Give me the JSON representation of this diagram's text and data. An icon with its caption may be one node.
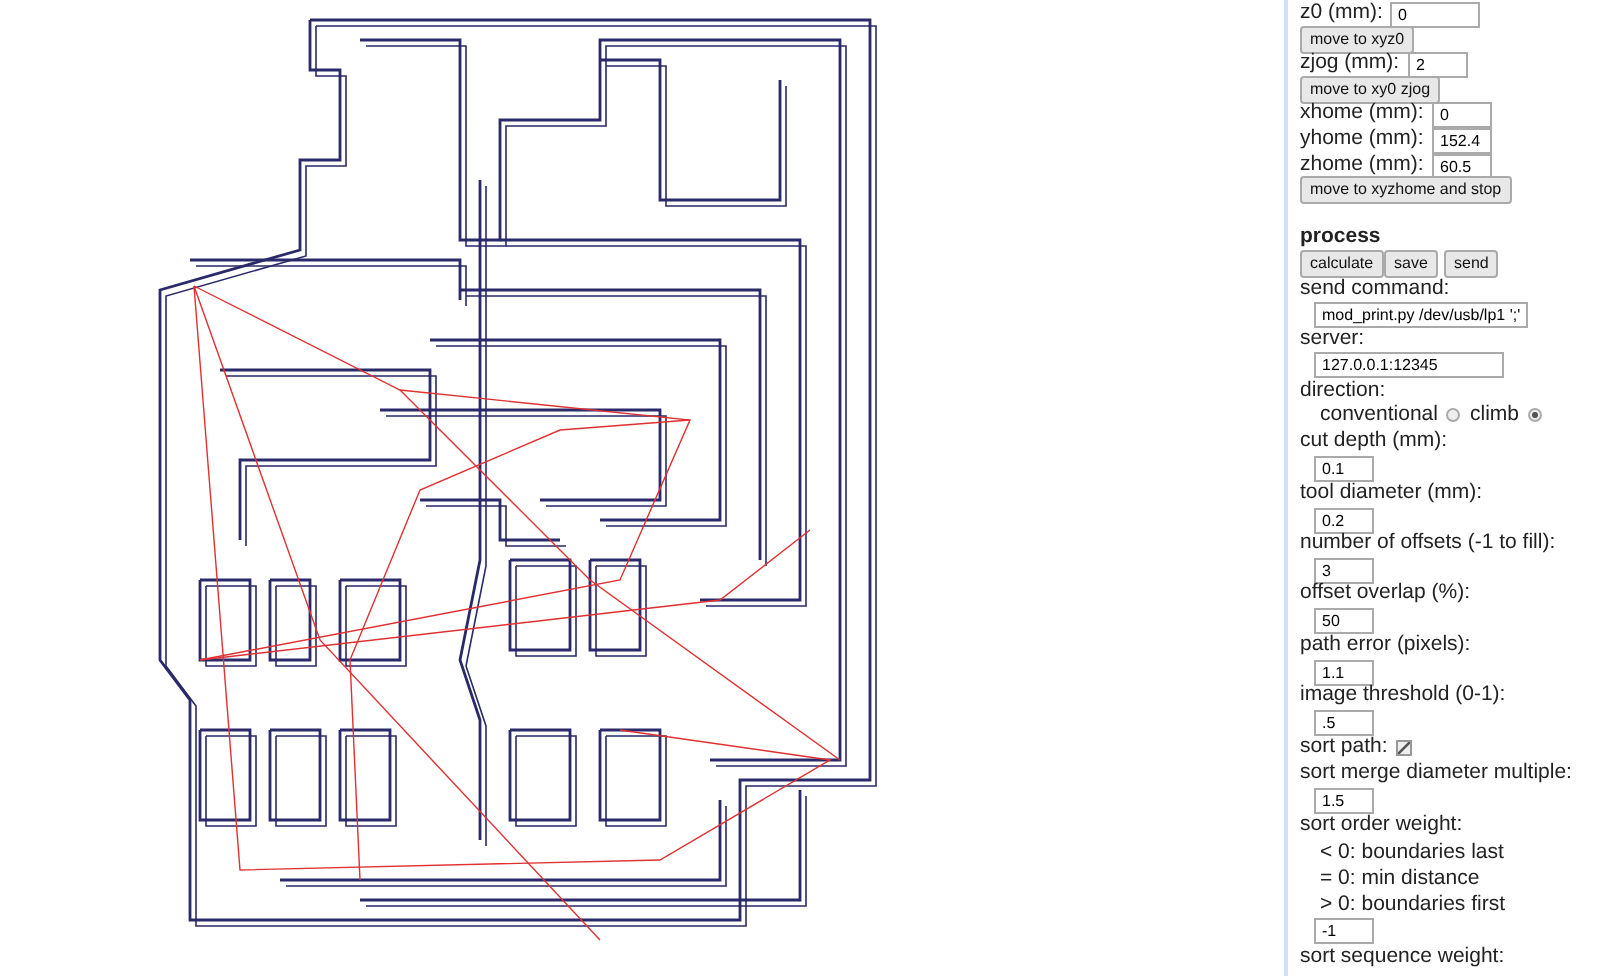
{
  "diagram": {
    "labels": [
      "z0 (mm):",
      "0",
      "move to xyz0",
      "zjog (mm):",
      "2",
      "move to xy0 zjog",
      "xhome (mm):",
      "0",
      "yhome (mm):",
      "152.4",
      "zhome (mm):",
      "60.5",
      "move to xyzhome and stop",
      "process",
      "calculate",
      "save",
      "send",
      "send command:",
      "mod_print.py /dev/usb/lp1 ';'",
      "server:",
      "127.0.0.1:12345",
      "direction:",
      "conventional",
      "climb",
      "cut depth (mm):",
      "0.1",
      "tool diameter (mm):",
      "0.2",
      "number of offsets (-1 to fill):",
      "3",
      "offset overlap (%):",
      "50",
      "path error (pixels):",
      "1.1",
      "image threshold (0-1):",
      ".5",
      "sort path:",
      "sort merge diameter multiple:",
      "1.5",
      "sort order weight:",
      "< 0: boundaries last",
      "= 0: min distance",
      "> 0: boundaries first",
      "-1",
      "sort sequence weight:"
    ]
  }
}
